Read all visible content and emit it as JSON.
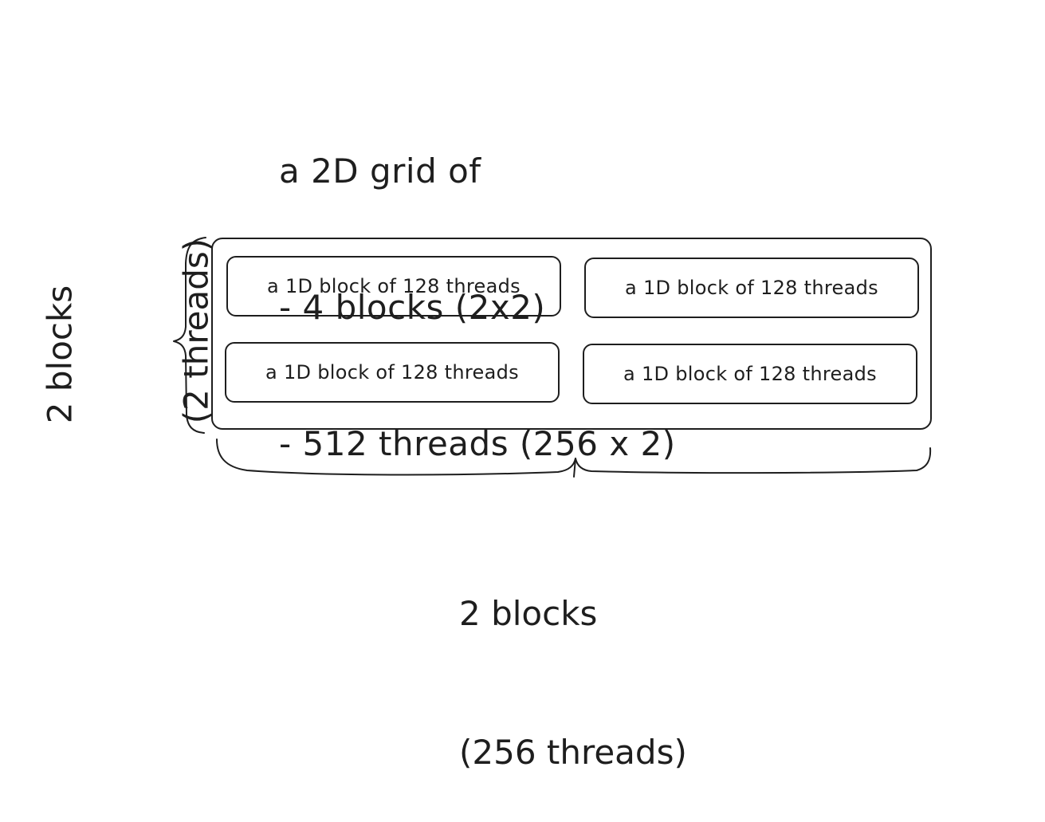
{
  "title": {
    "lines": [
      "a 2D grid of",
      "- 4 blocks (2x2)",
      "- 512 threads (256 x 2)"
    ]
  },
  "blocks": [
    {
      "label": "a 1D block of 128 threads"
    },
    {
      "label": "a 1D block of 128 threads"
    },
    {
      "label": "a 1D block of 128 threads"
    },
    {
      "label": "a 1D block of 128 threads"
    }
  ],
  "left_label": {
    "line1": "2 blocks",
    "line2": "(2 threads)"
  },
  "bottom_label": {
    "line1": "2 blocks",
    "line2": "(256 threads)"
  },
  "colors": {
    "stroke": "#1e1e1e",
    "background": "#ffffff"
  }
}
